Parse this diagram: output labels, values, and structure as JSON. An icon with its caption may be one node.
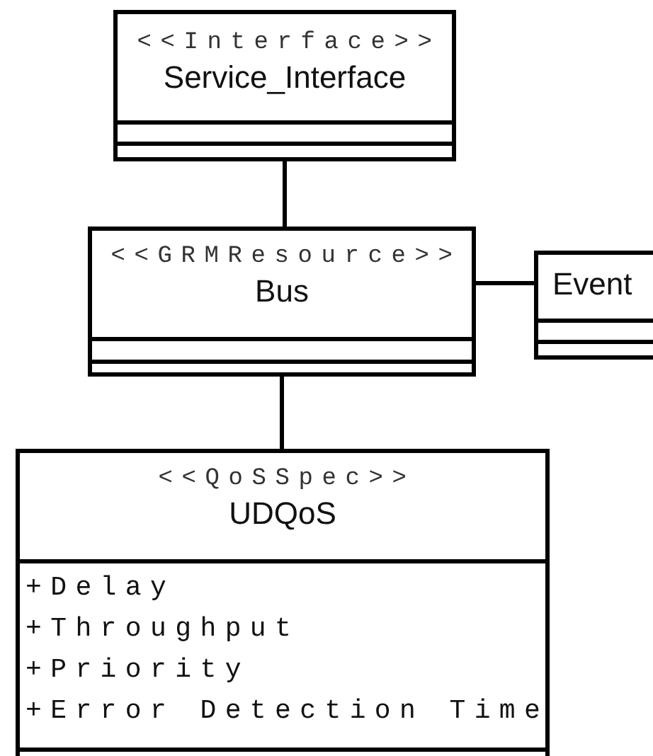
{
  "diagram": {
    "nodes": [
      {
        "text": [
          "<<Interface>>",
          "Service_Interface"
        ]
      },
      {
        "text": [
          "<<GRMResource>>",
          "Bus"
        ]
      },
      {
        "text": [
          "Event"
        ]
      },
      {
        "text": [
          "<<QoSSpec>>",
          "UDQoS",
          "+Delay",
          "+Throughput",
          "+Priority",
          "+Error Detection Time"
        ]
      }
    ],
    "edges": [
      {
        "from": 0,
        "to": 1,
        "arrow": "none"
      },
      {
        "from": 1,
        "to": 2,
        "arrow": "none"
      },
      {
        "from": 1,
        "to": 3,
        "arrow": "none"
      }
    ]
  }
}
